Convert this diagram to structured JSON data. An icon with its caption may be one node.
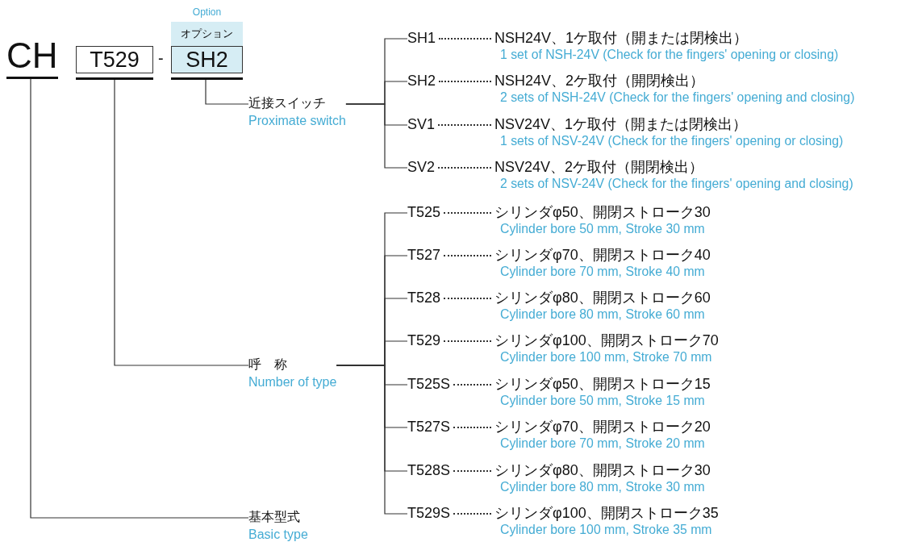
{
  "diagram": {
    "nodes": [
      {
        "text": [
          "CH"
        ]
      },
      {
        "text": [
          "T529"
        ]
      },
      {
        "text": [
          "Option",
          "オプション",
          "SH2"
        ]
      },
      {
        "text": [
          "近接スイッチ",
          "Proximate switch"
        ]
      },
      {
        "text": [
          "呼　称",
          "Number of type"
        ]
      },
      {
        "text": [
          "基本型式",
          "Basic type"
        ]
      },
      {
        "text": [
          "SH1",
          "NSH24V、1ケ取付（開または閉検出）",
          "1 set of NSH-24V (Check for the fingers' opening or closing)"
        ]
      },
      {
        "text": [
          "SH2",
          "NSH24V、2ケ取付（開閉検出）",
          "2 sets of NSH-24V (Check for the fingers' opening and closing)"
        ]
      },
      {
        "text": [
          "SV1",
          "NSV24V、1ケ取付（開または閉検出）",
          "1 sets of NSV-24V (Check for the fingers' opening or closing)"
        ]
      },
      {
        "text": [
          "SV2",
          "NSV24V、2ケ取付（開閉検出）",
          "2 sets of NSV-24V (Check for the fingers' opening and closing)"
        ]
      },
      {
        "text": [
          "T525",
          "シリンダφ50、開閉ストローク30",
          "Cylinder bore 50 mm, Stroke 30 mm"
        ]
      },
      {
        "text": [
          "T527",
          "シリンダφ70、開閉ストローク40",
          "Cylinder bore 70 mm, Stroke 40 mm"
        ]
      },
      {
        "text": [
          "T528",
          "シリンダφ80、開閉ストローク60",
          "Cylinder bore 80 mm, Stroke 60 mm"
        ]
      },
      {
        "text": [
          "T529",
          "シリンダφ100、開閉ストローク70",
          "Cylinder bore 100 mm, Stroke 70 mm"
        ]
      },
      {
        "text": [
          "T525S",
          "シリンダφ50、開閉ストローク15",
          "Cylinder bore 50 mm, Stroke 15 mm"
        ]
      },
      {
        "text": [
          "T527S",
          "シリンダφ70、開閉ストローク20",
          "Cylinder bore 70 mm, Stroke 20 mm"
        ]
      },
      {
        "text": [
          "T528S",
          "シリンダφ80、開閉ストローク30",
          "Cylinder bore 80 mm, Stroke 30 mm"
        ]
      },
      {
        "text": [
          "T529S",
          "シリンダφ100、開閉ストローク35",
          "Cylinder bore 100 mm, Stroke 35 mm"
        ]
      }
    ],
    "edges": [
      {
        "from": 0,
        "to": 5,
        "arrow": "none"
      },
      {
        "from": 1,
        "to": 4,
        "arrow": "none"
      },
      {
        "from": 2,
        "to": 3,
        "arrow": "none"
      },
      {
        "from": 3,
        "to": 6,
        "arrow": "none"
      },
      {
        "from": 3,
        "to": 7,
        "arrow": "none"
      },
      {
        "from": 3,
        "to": 8,
        "arrow": "none"
      },
      {
        "from": 3,
        "to": 9,
        "arrow": "none"
      },
      {
        "from": 4,
        "to": 10,
        "arrow": "none"
      },
      {
        "from": 4,
        "to": 11,
        "arrow": "none"
      },
      {
        "from": 4,
        "to": 12,
        "arrow": "none"
      },
      {
        "from": 4,
        "to": 13,
        "arrow": "none"
      },
      {
        "from": 4,
        "to": 14,
        "arrow": "none"
      },
      {
        "from": 4,
        "to": 15,
        "arrow": "none"
      },
      {
        "from": 4,
        "to": 16,
        "arrow": "none"
      },
      {
        "from": 4,
        "to": 17,
        "arrow": "none"
      }
    ],
    "labels": [
      "-"
    ]
  }
}
